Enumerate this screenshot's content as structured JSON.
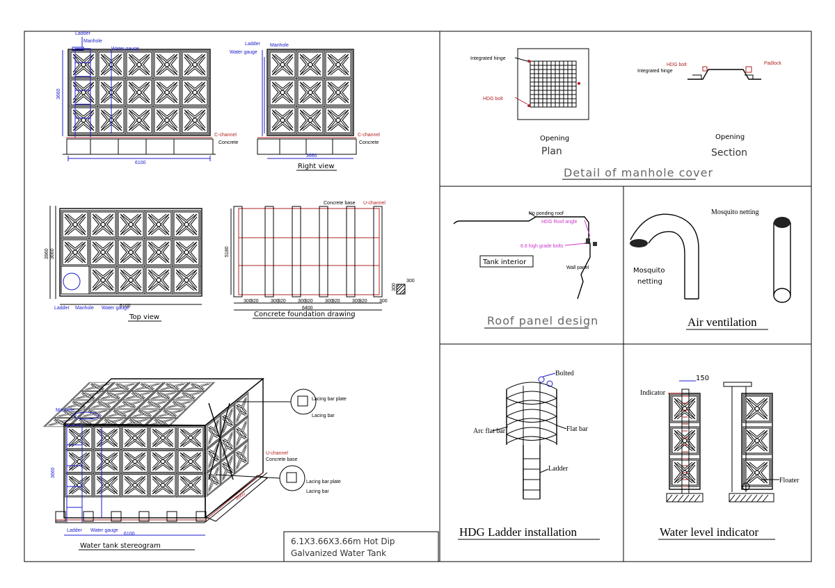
{
  "elevation": {
    "ladder": "Ladder",
    "manhole": "Manhole",
    "water_gauge": "Water gauge",
    "height": "3660",
    "c_channel": "C-channel",
    "concrete": "Concrete",
    "length": "6100"
  },
  "right_view": {
    "ladder": "Ladder",
    "manhole": "Manhole",
    "water_gauge": "Water gauge",
    "c_channel": "C-channel",
    "concrete": "Concrete",
    "width": "3660",
    "title": "Right view"
  },
  "top_view": {
    "dim_outer": "3960",
    "dim_inner": "3660",
    "length": "6100",
    "ladder": "Ladder",
    "manhole": "Manhole",
    "water_gauge": "Water gauge",
    "title": "Top view"
  },
  "foundation": {
    "concrete_base": "Concrete base",
    "u_channel": "U-channel",
    "height": "5180",
    "dims": [
      "300",
      "920",
      "300",
      "920",
      "300",
      "920",
      "300",
      "920",
      "300",
      "920",
      "300"
    ],
    "total": "6400",
    "section_h": "300",
    "section_w": "300",
    "title": "Concrete foundation drawing"
  },
  "stereogram": {
    "manhole": "Manhole",
    "lacing_bar_plate": "Lacing bar plate",
    "lacing_bar": "Lacing bar",
    "u_channel": "U-channel",
    "concrete_base": "Concrete base",
    "height": "3660",
    "depth": "3660",
    "ladder": "Ladder",
    "water_gauge": "Water gauge",
    "length": "6100",
    "title": "Water tank stereogram"
  },
  "title_block": {
    "line1": "6.1X3.66X3.66m Hot Dip",
    "line2": "Galvanized Water Tank"
  },
  "manhole_cover": {
    "integrated_hinge": "Integrated hinge",
    "hdg_bolt": "HDG bolt",
    "padlock": "Padlock",
    "opening_plan": "Opening",
    "plan": "Plan",
    "opening_section": "Opening",
    "section": "Section",
    "title": "Detail of manhole cover"
  },
  "roof_panel": {
    "no_ponding": "No ponding roof",
    "hdg_roof_angle": "HDG Roof angle",
    "bolts": "8.8 high grade bolts",
    "tank_interior": "Tank interior",
    "wall_panel": "Wall panel",
    "title": "Roof panel design"
  },
  "air_ventilation": {
    "mosquito_netting_top": "Mosquito netting",
    "mosquito_line1": "Mosquito",
    "mosquito_line2": "netting",
    "title": "Air ventilation"
  },
  "ladder_install": {
    "bolted": "Bolted",
    "arc_flat_bar": "Arc flat bar",
    "flat_bar": "Flat bar",
    "ladder": "Ladder",
    "title": "HDG Ladder installation"
  },
  "water_level": {
    "dim": "150",
    "indicator": "Indicator",
    "floater": "Floater",
    "title": "Water level indicator"
  }
}
